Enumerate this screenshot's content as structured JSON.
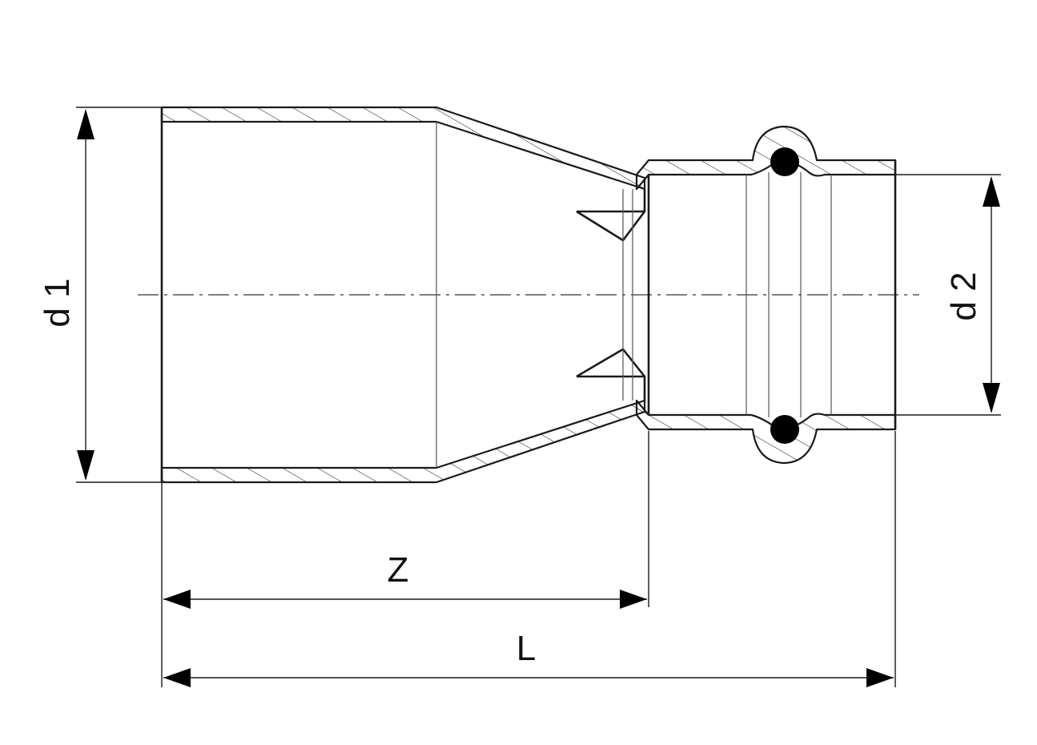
{
  "labels": {
    "d1": "d 1",
    "d2": "d 2",
    "z": "Z",
    "l": "L"
  },
  "colors": {
    "line": "#1a1a1a",
    "background": "#ffffff"
  }
}
